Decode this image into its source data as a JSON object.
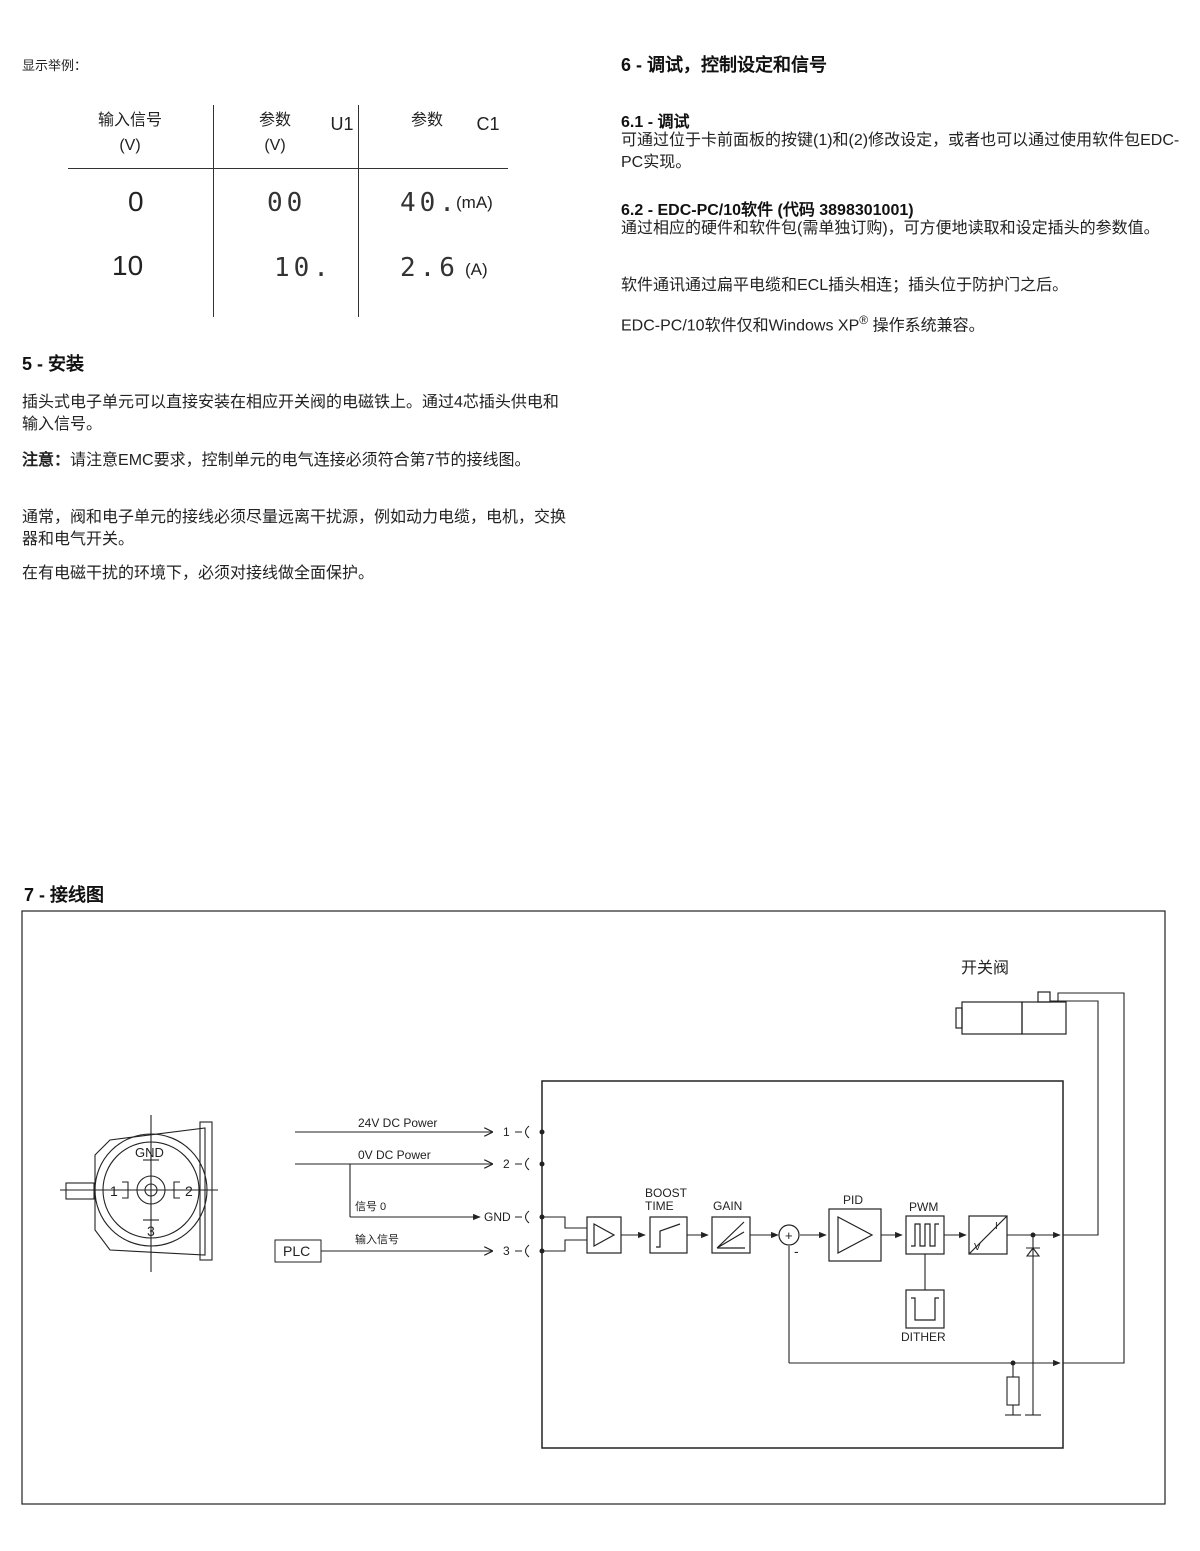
{
  "example_label": "显示举例：",
  "display_table": {
    "headers": {
      "input_signal": "输入信号",
      "input_unit": "(V)",
      "param1": "参数",
      "param1_unit": "(V)",
      "param1_code": "U1",
      "param2": "参数",
      "param2_code": "C1"
    },
    "rows": [
      {
        "input": "0",
        "u1": "00",
        "c1": "40.",
        "c1_unit": "(mA)"
      },
      {
        "input": "10",
        "u1": "10.",
        "c1": "2.6",
        "c1_unit": "(A)"
      }
    ]
  },
  "section5": {
    "title": "5 - 安装",
    "p1": "插头式电子单元可以直接安装在相应开关阀的电磁铁上。通过4芯插头供电和输入信号。",
    "note_label": "注意：",
    "note_text": "请注意EMC要求，控制单元的电气连接必须符合第7节的接线图。",
    "p3": "通常，阀和电子单元的接线必须尽量远离干扰源，例如动力电缆，电机，交换器和电气开关。",
    "p4": "在有电磁干扰的环境下，必须对接线做全面保护。"
  },
  "section6": {
    "title": "6 - 调试，控制设定和信号",
    "s61_title": "6.1 - 调试",
    "s61_text": "可通过位于卡前面板的按键(1)和(2)修改设定，或者也可以通过使用软件包EDC-PC实现。",
    "s62_title": "6.2 - EDC-PC/10软件 (代码 3898301001)",
    "s62_p1": "通过相应的硬件和软件包(需单独订购)，可方便地读取和设定插头的参数值。",
    "s62_p2": "软件通讯通过扁平电缆和ECL插头相连；插头位于防护门之后。",
    "s62_p3_pre": "EDC-PC/10软件仅和Windows XP",
    "s62_p3_reg": "®",
    "s62_p3_post": " 操作系统兼容。"
  },
  "section7": {
    "title": "7 - 接线图",
    "valve_label": "开关阀",
    "connector": {
      "gnd": "GND",
      "pin1": "1",
      "pin2": "2",
      "pin3": "3"
    },
    "signals": {
      "power24": "24V DC Power",
      "power0": "0V DC Power",
      "signal0": "信号 0",
      "input_signal": "输入信号",
      "plc": "PLC"
    },
    "pins": {
      "p1": "1",
      "p2": "2",
      "gnd": "GND",
      "p3": "3"
    },
    "blocks": {
      "boost": "BOOST",
      "time": "TIME",
      "gain": "GAIN",
      "pid": "PID",
      "pwm": "PWM",
      "dither": "DITHER",
      "plus": "+",
      "minus": "-",
      "v": "V",
      "i": "I"
    }
  }
}
